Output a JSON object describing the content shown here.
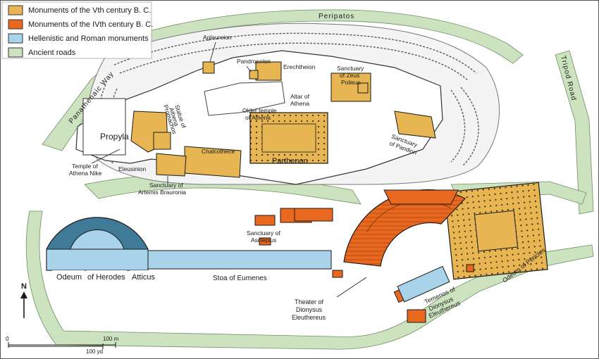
{
  "legend": {
    "items": [
      {
        "label": "Monuments of the Vth century B. C.",
        "color": "#e7b652"
      },
      {
        "label": "Monuments of the IVth century B. C.",
        "color": "#e9681f"
      },
      {
        "label": "Hellenistic and Roman monuments",
        "color": "#a9d3ea"
      },
      {
        "label": "Ancient roads",
        "color": "#cde3c0"
      }
    ]
  },
  "colors": {
    "road": "#cde3c0",
    "rock": "#f6f6f6",
    "fifth_century": "#e7b652",
    "fourth_century": "#e9681f",
    "roman": "#a9d3ea",
    "odeum_dark": "#3f7a96",
    "outline": "#1a1a1a"
  },
  "roads": {
    "peripatos": "Peripatos",
    "panathenaic_way": "Panathenaic Way",
    "tripod_road": "Tripod Road"
  },
  "labels": {
    "aglaureion": "Aglaureion",
    "pandroseion": "Pandroseion",
    "erechtheion": "Erechtheion",
    "sanctuary_zeus_1": "Sanctuary",
    "sanctuary_zeus_2": "of Zeus",
    "sanctuary_zeus_3": "Polieus",
    "altar_1": "Altar of",
    "altar_2": "Athena",
    "older_temple_1": "Older temple",
    "older_temple_2": "of Athena",
    "statue_1": "Statue of",
    "statue_2": "Athena",
    "statue_3": "Promachos",
    "propyla": "Propyla",
    "chalcothece": "Chalcothece",
    "parthenon": "Parthenon",
    "sanctuary_pandion_1": "Sanctuary",
    "sanctuary_pandion_2": "of Pandion",
    "nike_1": "Temple of",
    "nike_2": "Athena Nike",
    "eleusinion": "Eleusinion",
    "artemis_1": "Sanctuary of",
    "artemis_2": "Artemis Brauronia",
    "asclepius_1": "Sanctuary of",
    "asclepius_2": "Asclepius",
    "odeum_1": "Odeum",
    "odeum_2": "of Herodes",
    "odeum_3": "Atticus",
    "stoa": "Stoa of Eumenes",
    "theater_1": "Theater of",
    "theater_2": "Dionysus",
    "theater_3": "Eleuthereus",
    "temenos_1": "Temenos of",
    "temenos_2": "Dionysus",
    "temenos_3": "Eleuthereus",
    "odeum_pericles": "Odeum of Pericles"
  },
  "scale": {
    "north": "N",
    "zero": "0",
    "meters": "100 m",
    "yards": "100 yd"
  }
}
